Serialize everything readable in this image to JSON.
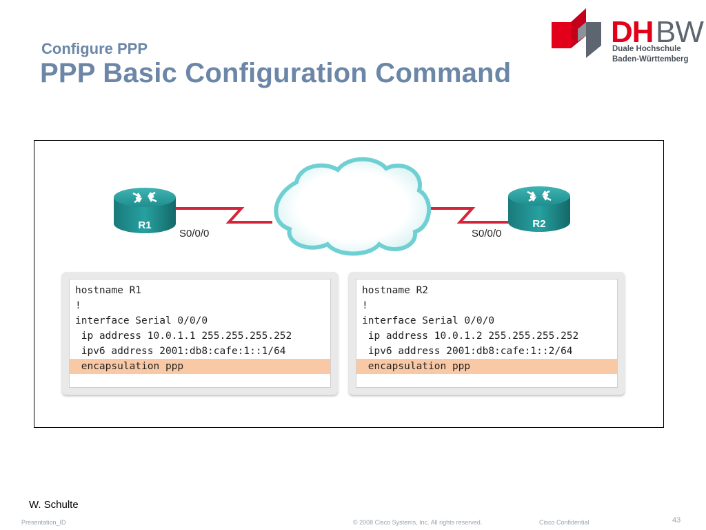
{
  "header": {
    "subtitle": "Configure PPP",
    "title": "PPP Basic Configuration Command"
  },
  "logo": {
    "brand_dh": "DH",
    "brand_bw": "BW",
    "line1": "Duale Hochschule",
    "line2": "Baden-Württemberg",
    "red": "#e2001a",
    "gray": "#5d6670"
  },
  "diagram": {
    "router_left": "R1",
    "router_right": "R2",
    "iface_left": "S0/0/0",
    "iface_right": "S0/0/0",
    "link_color": "#d4253a",
    "router_color": "#1f8e8e"
  },
  "configs": [
    {
      "lines": [
        {
          "text": "hostname R1",
          "highlight": false
        },
        {
          "text": "!",
          "highlight": false
        },
        {
          "text": "interface Serial 0/0/0",
          "highlight": false
        },
        {
          "text": " ip address 10.0.1.1 255.255.255.252",
          "highlight": false
        },
        {
          "text": " ipv6 address 2001:db8:cafe:1::1/64",
          "highlight": false
        },
        {
          "text": " encapsulation ppp",
          "highlight": true
        }
      ]
    },
    {
      "lines": [
        {
          "text": "hostname R2",
          "highlight": false
        },
        {
          "text": "!",
          "highlight": false
        },
        {
          "text": "interface Serial 0/0/0",
          "highlight": false
        },
        {
          "text": " ip address 10.0.1.2 255.255.255.252",
          "highlight": false
        },
        {
          "text": " ipv6 address 2001:db8:cafe:1::2/64",
          "highlight": false
        },
        {
          "text": " encapsulation ppp",
          "highlight": true
        }
      ]
    }
  ],
  "footer": {
    "author": "W. Schulte",
    "presentation_id": "Presentation_ID",
    "copyright": "© 2008 Cisco Systems, Inc. All rights reserved.",
    "confidential": "Cisco Confidential",
    "page": "43"
  }
}
